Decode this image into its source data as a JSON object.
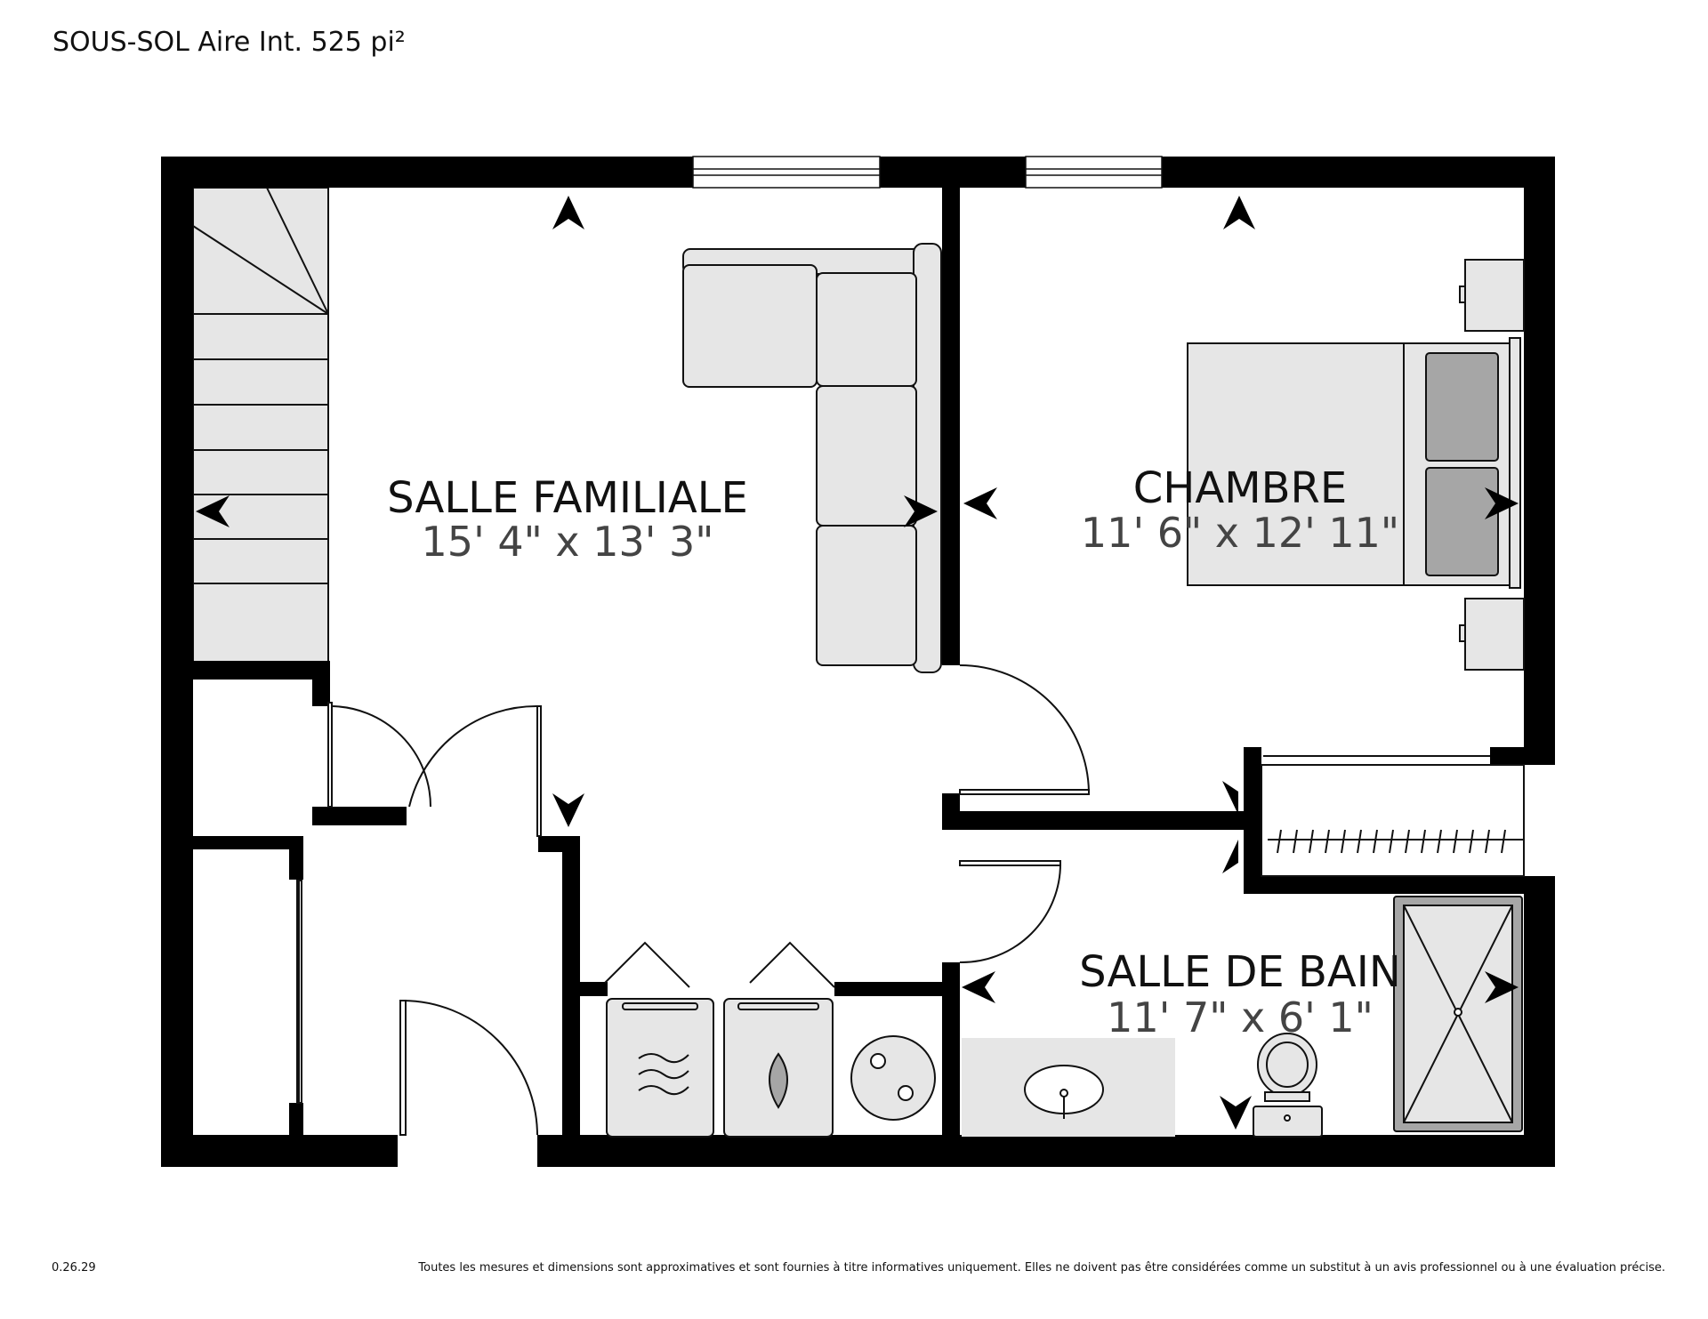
{
  "header": {
    "title": "SOUS-SOL Aire Int. 525 pi²"
  },
  "rooms": [
    {
      "name": "SALLE FAMILIALE",
      "dimensions": "15' 4\" x 13' 3\""
    },
    {
      "name": "CHAMBRE",
      "dimensions": "11' 6\" x 12' 11\""
    },
    {
      "name": "SALLE DE BAIN",
      "dimensions": "11' 7\" x 6' 1\""
    }
  ],
  "footer": {
    "version": "0.26.29",
    "disclaimer": "Toutes les mesures et dimensions sont approximatives et sont fournies à titre informatives uniquement. Elles ne doivent pas être considérées comme un substitut à un avis professionnel ou à une évaluation précise."
  },
  "colors": {
    "wall": "#000000",
    "fixture_fill": "#e6e6e6",
    "dark_fill": "#a6a6a6"
  },
  "icons": [
    "arrow-icon",
    "stair-icon",
    "sofa-icon",
    "bed-icon",
    "dryer-icon",
    "washer-icon",
    "water-heater-icon",
    "sink-icon",
    "toilet-icon",
    "shower-icon",
    "window-icon",
    "door-swing-icon",
    "closet-icon"
  ]
}
